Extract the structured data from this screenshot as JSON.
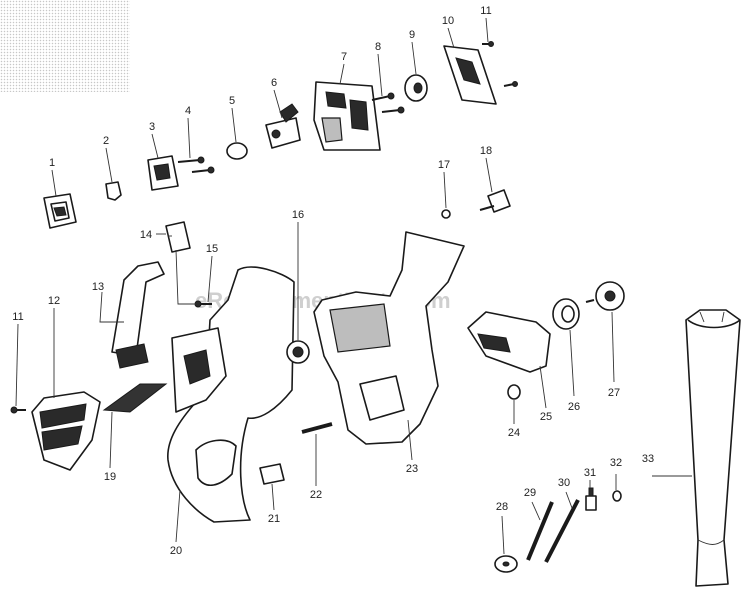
{
  "watermark": "eReplacementParts.com",
  "callouts": [
    "1",
    "2",
    "3",
    "4",
    "5",
    "6",
    "7",
    "8",
    "9",
    "10",
    "11",
    "11",
    "12",
    "13",
    "14",
    "15",
    "16",
    "17",
    "18",
    "19",
    "20",
    "21",
    "22",
    "23",
    "24",
    "25",
    "26",
    "27",
    "28",
    "29",
    "30",
    "31",
    "32",
    "33"
  ],
  "colors": {
    "line": "#1a1a1a",
    "fill": "#ffffff",
    "shade": "#2a2a2a",
    "watermark": "#cfcfcf"
  }
}
